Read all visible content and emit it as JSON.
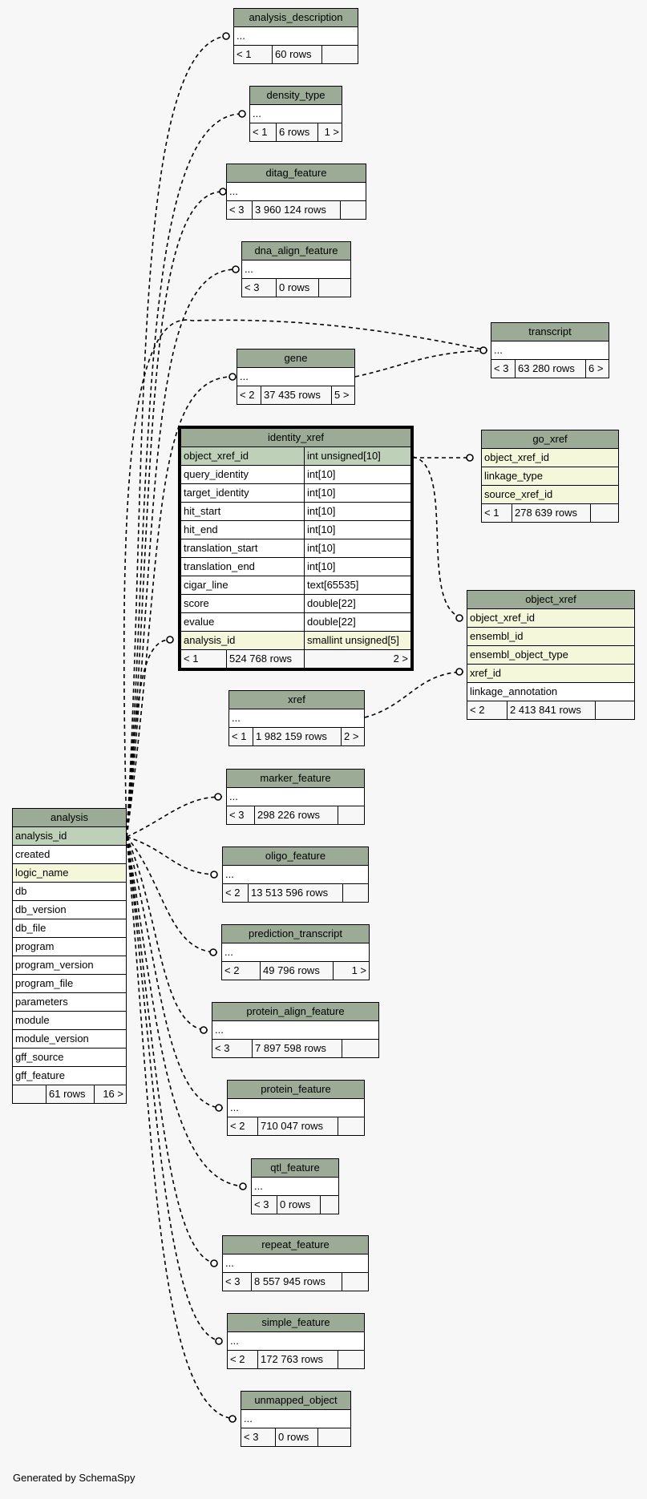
{
  "footer": "Generated by SchemaSpy",
  "tables": {
    "analysis_description": {
      "name": "analysis_description",
      "rows": [
        "..."
      ],
      "footer": [
        "< 1",
        "60 rows",
        ""
      ]
    },
    "density_type": {
      "name": "density_type",
      "rows": [
        "..."
      ],
      "footer": [
        "< 1",
        "6 rows",
        "1 >"
      ]
    },
    "ditag_feature": {
      "name": "ditag_feature",
      "rows": [
        "..."
      ],
      "footer": [
        "< 3",
        "3 960 124 rows",
        ""
      ]
    },
    "dna_align_feature": {
      "name": "dna_align_feature",
      "rows": [
        "..."
      ],
      "footer": [
        "< 3",
        "0 rows",
        ""
      ]
    },
    "transcript": {
      "name": "transcript",
      "rows": [
        "..."
      ],
      "footer": [
        "< 3",
        "63 280 rows",
        "6 >"
      ]
    },
    "gene": {
      "name": "gene",
      "rows": [
        "..."
      ],
      "footer": [
        "< 2",
        "37 435 rows",
        "5 >"
      ]
    },
    "identity_xref": {
      "name": "identity_xref",
      "columns": [
        {
          "name": "object_xref_id",
          "type": "int unsigned[10]"
        },
        {
          "name": "query_identity",
          "type": "int[10]"
        },
        {
          "name": "target_identity",
          "type": "int[10]"
        },
        {
          "name": "hit_start",
          "type": "int[10]"
        },
        {
          "name": "hit_end",
          "type": "int[10]"
        },
        {
          "name": "translation_start",
          "type": "int[10]"
        },
        {
          "name": "translation_end",
          "type": "int[10]"
        },
        {
          "name": "cigar_line",
          "type": "text[65535]"
        },
        {
          "name": "score",
          "type": "double[22]"
        },
        {
          "name": "evalue",
          "type": "double[22]"
        },
        {
          "name": "analysis_id",
          "type": "smallint unsigned[5]"
        }
      ],
      "footer": [
        "< 1",
        "524 768 rows",
        "2 >"
      ]
    },
    "go_xref": {
      "name": "go_xref",
      "rows": [
        "object_xref_id",
        "linkage_type",
        "source_xref_id"
      ],
      "footer": [
        "< 1",
        "278 639 rows",
        ""
      ]
    },
    "object_xref": {
      "name": "object_xref",
      "rows": [
        "object_xref_id",
        "ensembl_id",
        "ensembl_object_type",
        "xref_id",
        "linkage_annotation"
      ],
      "footer": [
        "< 2",
        "2 413 841 rows",
        ""
      ]
    },
    "xref": {
      "name": "xref",
      "rows": [
        "..."
      ],
      "footer": [
        "< 1",
        "1 982 159 rows",
        "2 >"
      ]
    },
    "analysis": {
      "name": "analysis",
      "rows": [
        "analysis_id",
        "created",
        "logic_name",
        "db",
        "db_version",
        "db_file",
        "program",
        "program_version",
        "program_file",
        "parameters",
        "module",
        "module_version",
        "gff_source",
        "gff_feature"
      ],
      "footer": [
        "",
        "61 rows",
        "16 >"
      ]
    },
    "marker_feature": {
      "name": "marker_feature",
      "rows": [
        "..."
      ],
      "footer": [
        "< 3",
        "298 226 rows",
        ""
      ]
    },
    "oligo_feature": {
      "name": "oligo_feature",
      "rows": [
        "..."
      ],
      "footer": [
        "< 2",
        "13 513 596 rows",
        ""
      ]
    },
    "prediction_transcript": {
      "name": "prediction_transcript",
      "rows": [
        "..."
      ],
      "footer": [
        "< 2",
        "49 796 rows",
        "1 >"
      ]
    },
    "protein_align_feature": {
      "name": "protein_align_feature",
      "rows": [
        "..."
      ],
      "footer": [
        "< 3",
        "7 897 598 rows",
        ""
      ]
    },
    "protein_feature": {
      "name": "protein_feature",
      "rows": [
        "..."
      ],
      "footer": [
        "< 2",
        "710 047 rows",
        ""
      ]
    },
    "qtl_feature": {
      "name": "qtl_feature",
      "rows": [
        "..."
      ],
      "footer": [
        "< 3",
        "0 rows",
        ""
      ]
    },
    "repeat_feature": {
      "name": "repeat_feature",
      "rows": [
        "..."
      ],
      "footer": [
        "< 3",
        "8 557 945 rows",
        ""
      ]
    },
    "simple_feature": {
      "name": "simple_feature",
      "rows": [
        "..."
      ],
      "footer": [
        "< 2",
        "172 763 rows",
        ""
      ]
    },
    "unmapped_object": {
      "name": "unmapped_object",
      "rows": [
        "..."
      ],
      "footer": [
        "< 3",
        "0 rows",
        ""
      ]
    }
  }
}
